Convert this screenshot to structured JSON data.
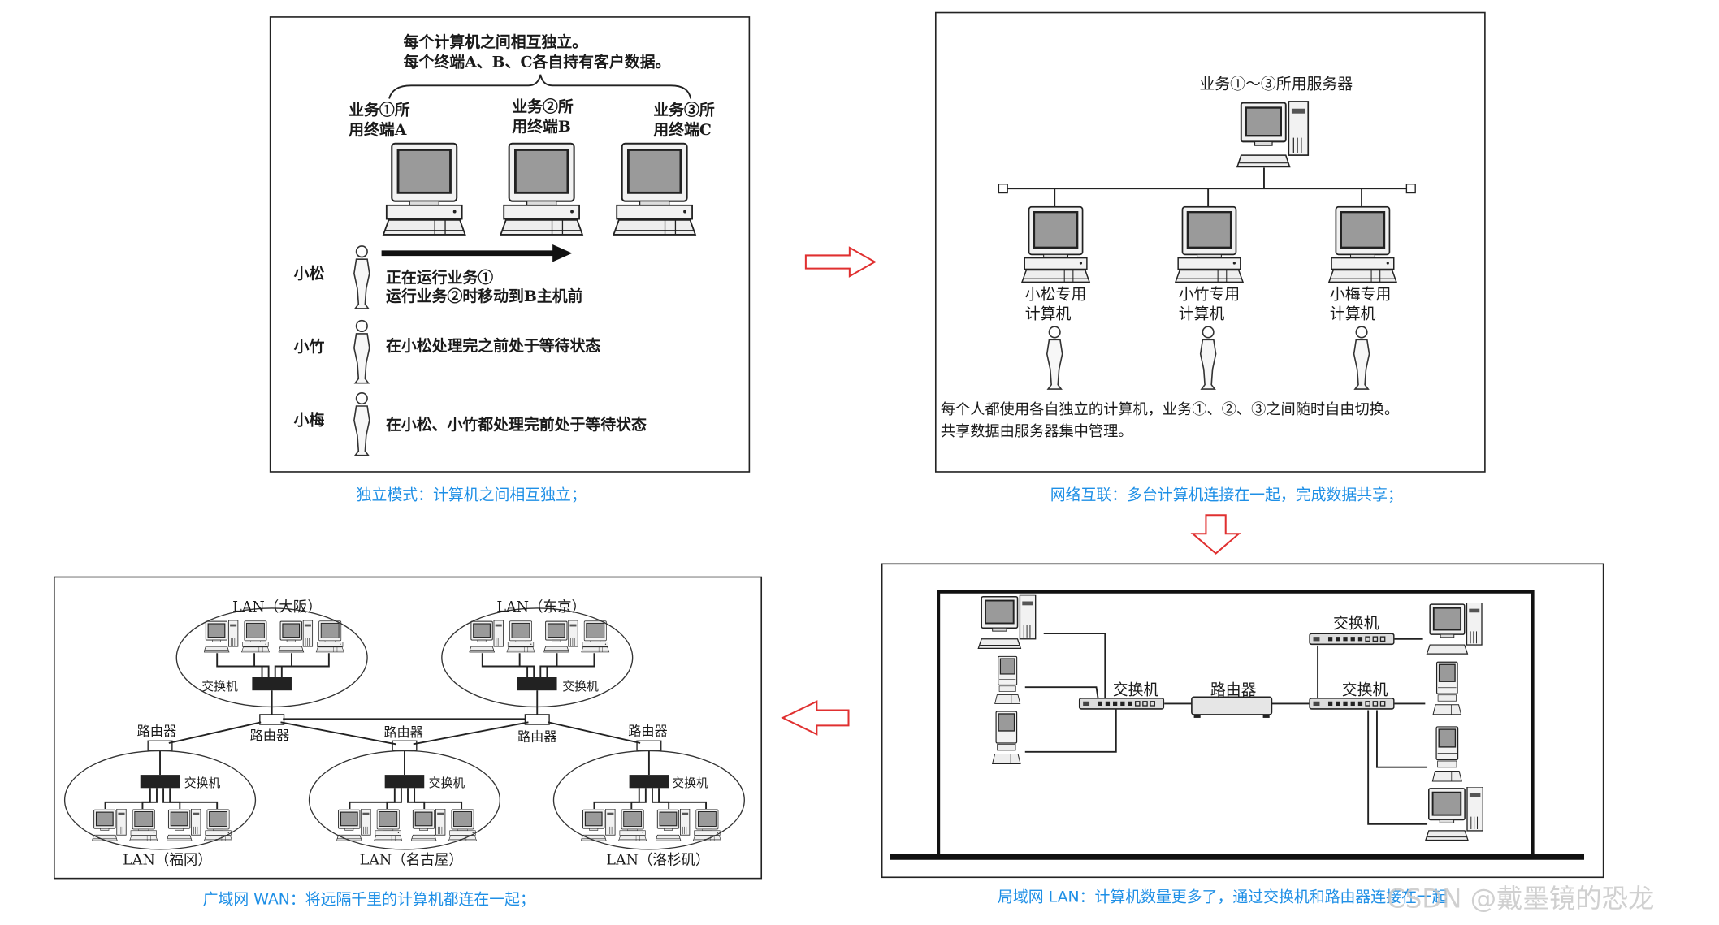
{
  "independent": {
    "heading": [
      "每个计算机之间相互独立。",
      "每个终端A、B、C各自持有客户数据。"
    ],
    "terminals": [
      {
        "line1": "业务①所",
        "line2": "用终端A"
      },
      {
        "line1": "业务②所",
        "line2": "用终端B"
      },
      {
        "line1": "业务③所",
        "line2": "用终端C"
      }
    ],
    "people": [
      {
        "name": "小松",
        "lines": [
          "正在运行业务①",
          "运行业务②时移动到B主机前"
        ]
      },
      {
        "name": "小竹",
        "lines": [
          "在小松处理完之前处于等待状态"
        ]
      },
      {
        "name": "小梅",
        "lines": [
          "在小松、小竹都处理完前处于等待状态"
        ]
      }
    ],
    "caption": "独立模式：计算机之间相互独立；"
  },
  "network": {
    "server_label": "业务①～③所用服务器",
    "computers": [
      {
        "line1": "小松专用",
        "line2": "计算机"
      },
      {
        "line1": "小竹专用",
        "line2": "计算机"
      },
      {
        "line1": "小梅专用",
        "line2": "计算机"
      }
    ],
    "description": [
      "每个人都使用各自独立的计算机，业务①、②、③之间随时自由切换。",
      "共享数据由服务器集中管理。"
    ],
    "caption": "网络互联：多台计算机连接在一起，完成数据共享；"
  },
  "lan": {
    "switch_label": "交换机",
    "router_label": "路由器",
    "caption": "局域网 LAN：计算机数量更多了，通过交换机和路由器连接在一起"
  },
  "wan": {
    "lans": [
      "LAN（大阪）",
      "LAN（东京）",
      "LAN（福冈）",
      "LAN（名古屋）",
      "LAN（洛杉矶）"
    ],
    "switch_label": "交换机",
    "router_label": "路由器",
    "caption": "广域网 WAN：将远隔千里的计算机都连在一起；"
  },
  "watermark": "CSDN @戴墨镜的恐龙",
  "colors": {
    "caption": "#1e8fe6",
    "arrow": "#e03030"
  }
}
